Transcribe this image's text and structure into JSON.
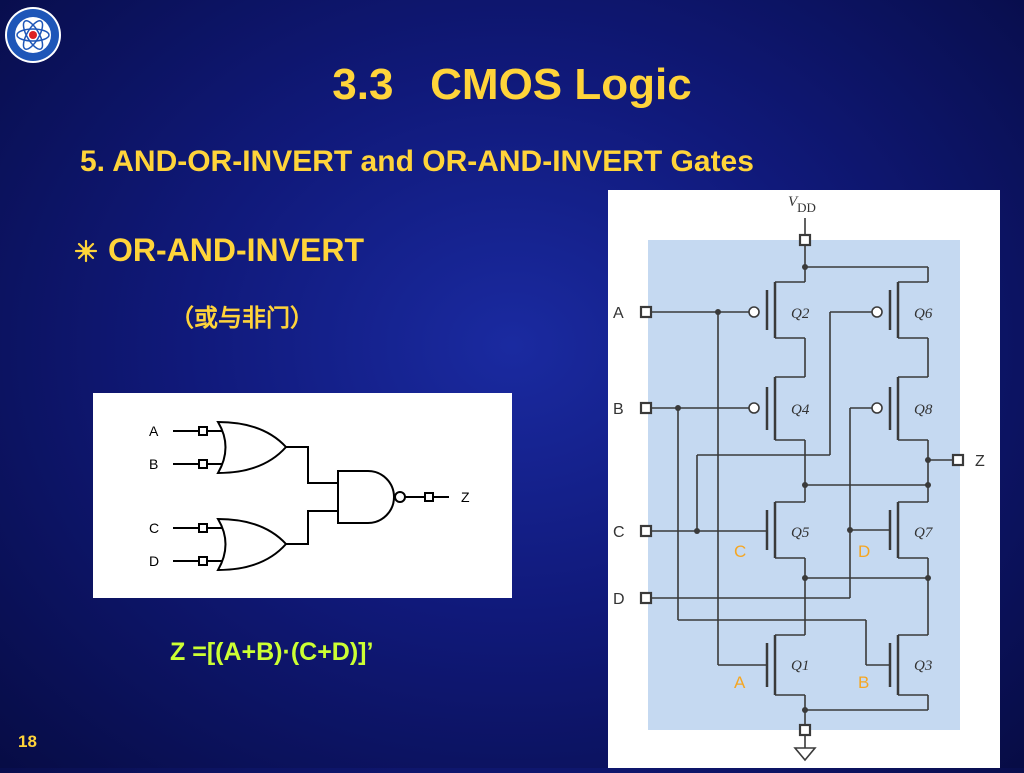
{
  "slide": {
    "title": "3.3   CMOS Logic",
    "subtitle": "5. AND-OR-INVERT and OR-AND-INVERT Gates",
    "bullet": "OR-AND-INVERT",
    "bullet_icon": "sunburst-bullet-icon",
    "chinese_label": "（或与非门）",
    "formula": "Z =[(A+B)·(C+D)]’",
    "page_number": "18",
    "logo": "university-logo",
    "colors": {
      "background": "#10197a",
      "title": "#ffd43a",
      "formula": "#ccff33",
      "circuit_fill": "#c5d9f1",
      "orange_labels": "#f5a623"
    }
  },
  "gate_diagram": {
    "inputs": [
      "A",
      "B",
      "C",
      "D"
    ],
    "output": "Z"
  },
  "circuit": {
    "supply": "V",
    "supply_sub": "DD",
    "inputs": [
      "A",
      "B",
      "C",
      "D"
    ],
    "output": "Z",
    "transistors": [
      "Q2",
      "Q6",
      "Q4",
      "Q8",
      "Q5",
      "Q7",
      "Q1",
      "Q3"
    ],
    "gate_labels": [
      "C",
      "D",
      "A",
      "B"
    ]
  }
}
